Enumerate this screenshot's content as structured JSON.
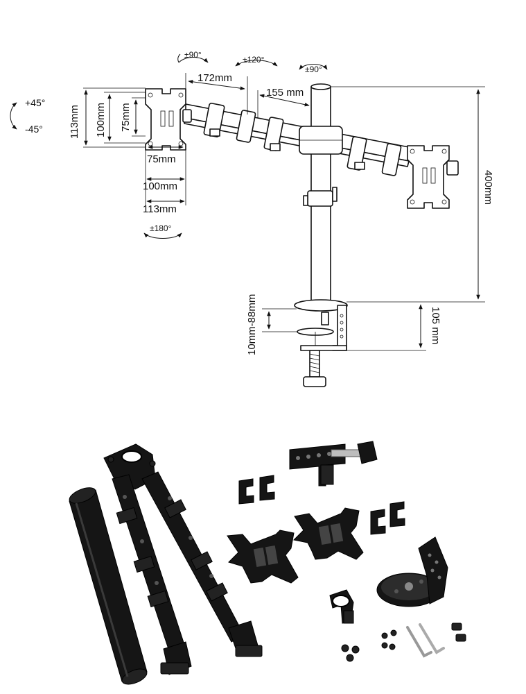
{
  "dimensions": {
    "vesa_h_outer": "113mm",
    "vesa_h_mid": "100mm",
    "vesa_h_inner": "75mm",
    "vesa_w_inner": "75mm",
    "vesa_w_mid": "100mm",
    "vesa_w_outer": "113mm",
    "arm_segment_1": "172mm",
    "arm_segment_2": "155 mm",
    "pole_height": "400mm",
    "clamp_range": "10mm-88mm",
    "clamp_height": "105 mm"
  },
  "rotations": {
    "tilt_up": "+45°",
    "tilt_down": "-45°",
    "swivel_left": "±90°",
    "swivel_mid": "±120°",
    "swivel_right": "±90°",
    "rotate": "±180°"
  },
  "colors": {
    "line": "#111111",
    "part": "#151515",
    "background": "#ffffff"
  }
}
